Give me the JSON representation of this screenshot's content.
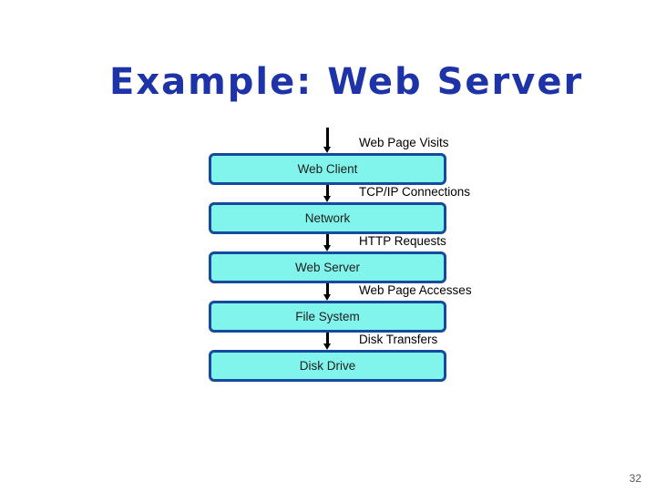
{
  "slide": {
    "title": "Example: Web Server",
    "page_number": "32",
    "title_color": "#1f33a8",
    "box_fill_color": "#81f4ec",
    "box_border_color": "#164a9c",
    "arrow_color": "#000000",
    "background_color": "#ffffff"
  },
  "diagram": {
    "type": "layered-stack-flow",
    "layers": [
      {
        "label": "Web Client"
      },
      {
        "label": "Network"
      },
      {
        "label": "Web Server"
      },
      {
        "label": "File System"
      },
      {
        "label": "Disk Drive"
      }
    ],
    "flows": [
      {
        "label": "Web Page Visits"
      },
      {
        "label": "TCP/IP Connections"
      },
      {
        "label": "HTTP Requests"
      },
      {
        "label": "Web Page Accesses"
      },
      {
        "label": "Disk Transfers"
      }
    ]
  }
}
